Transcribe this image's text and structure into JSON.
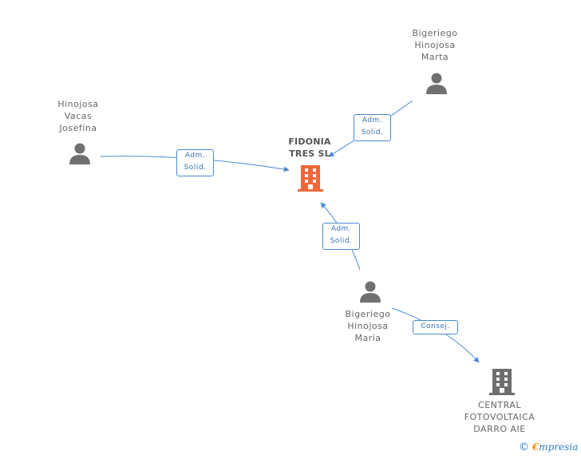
{
  "nodes": {
    "fidonia": {
      "label": "FIDONIA\nTRES SL",
      "icon": "building-icon",
      "color": "#f0673a"
    },
    "marta": {
      "label": "Bigeriego\nHinojosa\nMarta",
      "icon": "person-icon"
    },
    "josefina": {
      "label": "Hinojosa\nVacas\nJosefina",
      "icon": "person-icon"
    },
    "maria": {
      "label": "Bigeriego\nHinojosa\nMaria",
      "icon": "person-icon"
    },
    "central": {
      "label": "CENTRAL\nFOTOVOLTAICA\nDARRO AIE",
      "icon": "building-icon",
      "color": "#6e6e6e"
    }
  },
  "edges": {
    "marta_fidonia": "Adm.\nSolid.",
    "josefina_fidonia": "Adm.\nSolid.",
    "maria_fidonia": "Adm.\nSolid.",
    "maria_central": "Consej."
  },
  "colors": {
    "edge": "#4a8bd6",
    "person": "#707070"
  },
  "footer": {
    "copyright": "©",
    "brand_initial": "€",
    "brand_rest": "mpresia"
  }
}
